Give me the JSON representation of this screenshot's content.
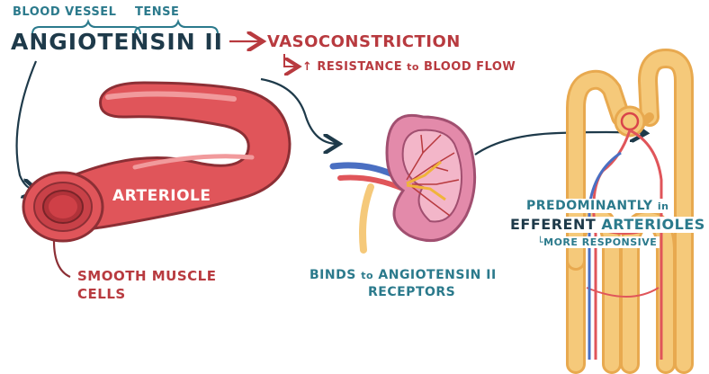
{
  "labels": {
    "blood_vessel": "BLOOD VESSEL",
    "tense": "TENSE",
    "angiotensin_title": "ANGIOTENSIN II",
    "vasoconstriction": "VASOCONSTRICTION",
    "resistance_prefix": "↑ RESISTANCE",
    "resistance_to": "to",
    "resistance_suffix": "BLOOD FLOW",
    "arteriole": "ARTERIOLE",
    "smooth_muscle_line1": "SMOOTH MUSCLE",
    "smooth_muscle_line2": "CELLS",
    "binds_prefix": "BINDS",
    "binds_to": "to",
    "binds_suffix": "ANGIOTENSIN II",
    "receptors": "RECEPTORS",
    "predominantly": "PREDOMINANTLY",
    "in": "in",
    "efferent": "EFFERENT",
    "arterioles": "ARTERIOLES",
    "more_responsive": "MORE RESPONSIVE"
  },
  "colors": {
    "teal": "#2b7a8c",
    "navy": "#1e3a4a",
    "red": "#b83a3f",
    "vessel": "#e0555a",
    "kidney": "#e38aaa",
    "tubule": "#f5c97a"
  }
}
